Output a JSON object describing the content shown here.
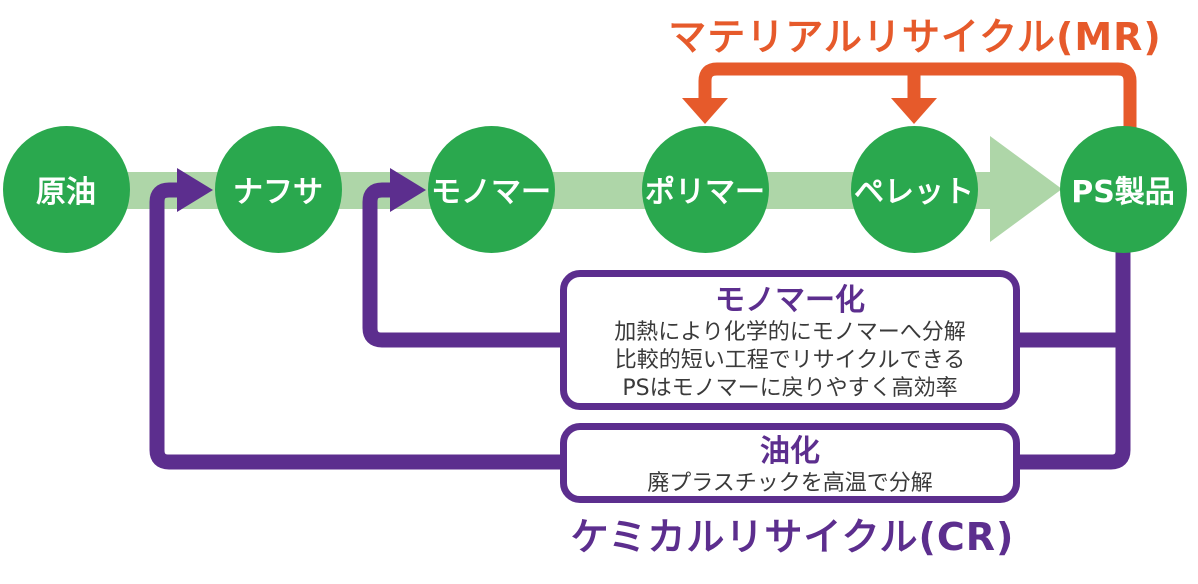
{
  "diagram": {
    "flow": {
      "nodes": [
        {
          "label": "原油"
        },
        {
          "label": "ナフサ"
        },
        {
          "label": "モノマー"
        },
        {
          "label": "ポリマー"
        },
        {
          "label": "ペレット"
        },
        {
          "label": "PS製品"
        }
      ]
    },
    "material_recycle": {
      "label": "マテリアルリサイクル(MR)"
    },
    "chemical_recycle": {
      "label": "ケミカルリサイクル(CR)",
      "boxes": [
        {
          "title": "モノマー化",
          "lines": [
            "加熱により化学的にモノマーへ分解",
            "比較的短い工程でリサイクルできる",
            "PSはモノマーに戻りやすく高効率"
          ]
        },
        {
          "title": "油化",
          "lines": [
            "廃プラスチックを高温で分解"
          ]
        }
      ]
    },
    "colors": {
      "node_green": "#2aa84e",
      "band_green": "#aed6a8",
      "recycle_orange": "#e65a2b",
      "recycle_purple": "#5c2e8e",
      "body_text": "#3a3a3a"
    }
  }
}
